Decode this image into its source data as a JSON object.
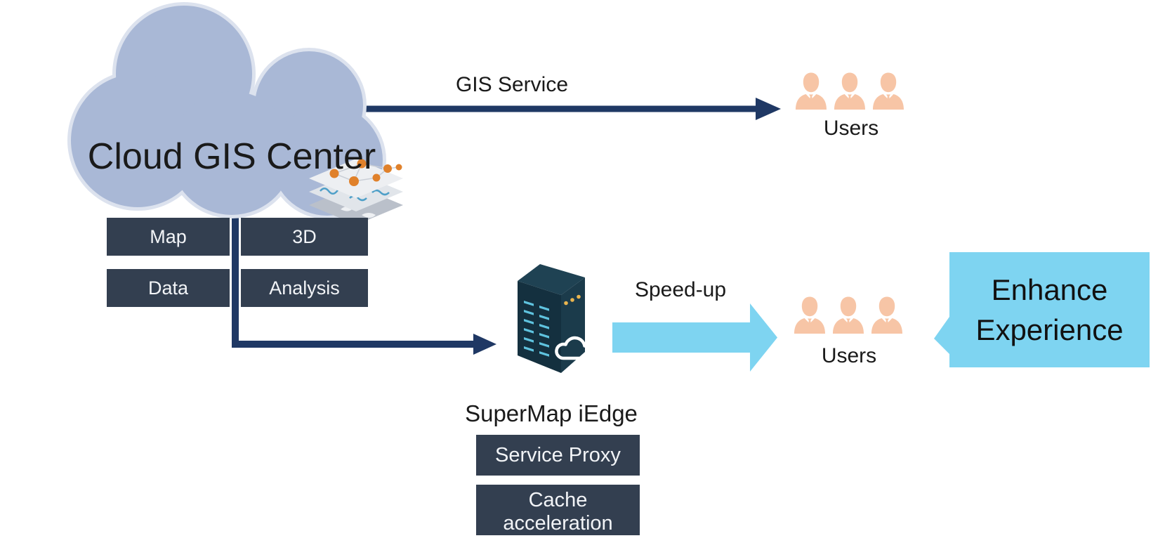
{
  "diagram": {
    "cloud": {
      "title": "Cloud GIS Center"
    },
    "gis_service_flow": {
      "label": "GIS Service"
    },
    "users_top": {
      "label": "Users",
      "count": 3
    },
    "capabilities": [
      {
        "label": "Map"
      },
      {
        "label": "3D"
      },
      {
        "label": "Data"
      },
      {
        "label": "Analysis"
      }
    ],
    "edge": {
      "title": "SuperMap iEdge",
      "features": [
        {
          "label": "Service Proxy"
        },
        {
          "label": "Cache acceleration"
        }
      ]
    },
    "speed_up_flow": {
      "label": "Speed-up"
    },
    "users_bottom": {
      "label": "Users",
      "count": 3
    },
    "callout": {
      "line1": "Enhance",
      "line2": "Experience"
    }
  },
  "icons": {
    "cloud": "cloud-shape",
    "map_layers": "gis-map-layers-icon",
    "edge_server": "server-tower-icon",
    "users": "person-bust-icon",
    "speed_up": "block-arrow-right-icon",
    "callout": "speech-bubble-icon"
  },
  "colors": {
    "cloud_fill": "#a9b8d6",
    "cloud_outline": "#dce2ee",
    "navy_arrow": "#1f3864",
    "dark_box": "#333f50",
    "box_text": "#f2f4f7",
    "light_blue": "#7ed4f1",
    "user_icon": "#f7c5a6",
    "server_front": "#14303f",
    "server_side": "#1b3b4b",
    "server_top": "#1f4253",
    "server_vents": "#5fc3df",
    "server_dots": "#eab54e",
    "layer_orange": "#e0812b",
    "layer_blue": "#4e9fc8",
    "text": "#1a1a1a",
    "background": "#ffffff"
  }
}
